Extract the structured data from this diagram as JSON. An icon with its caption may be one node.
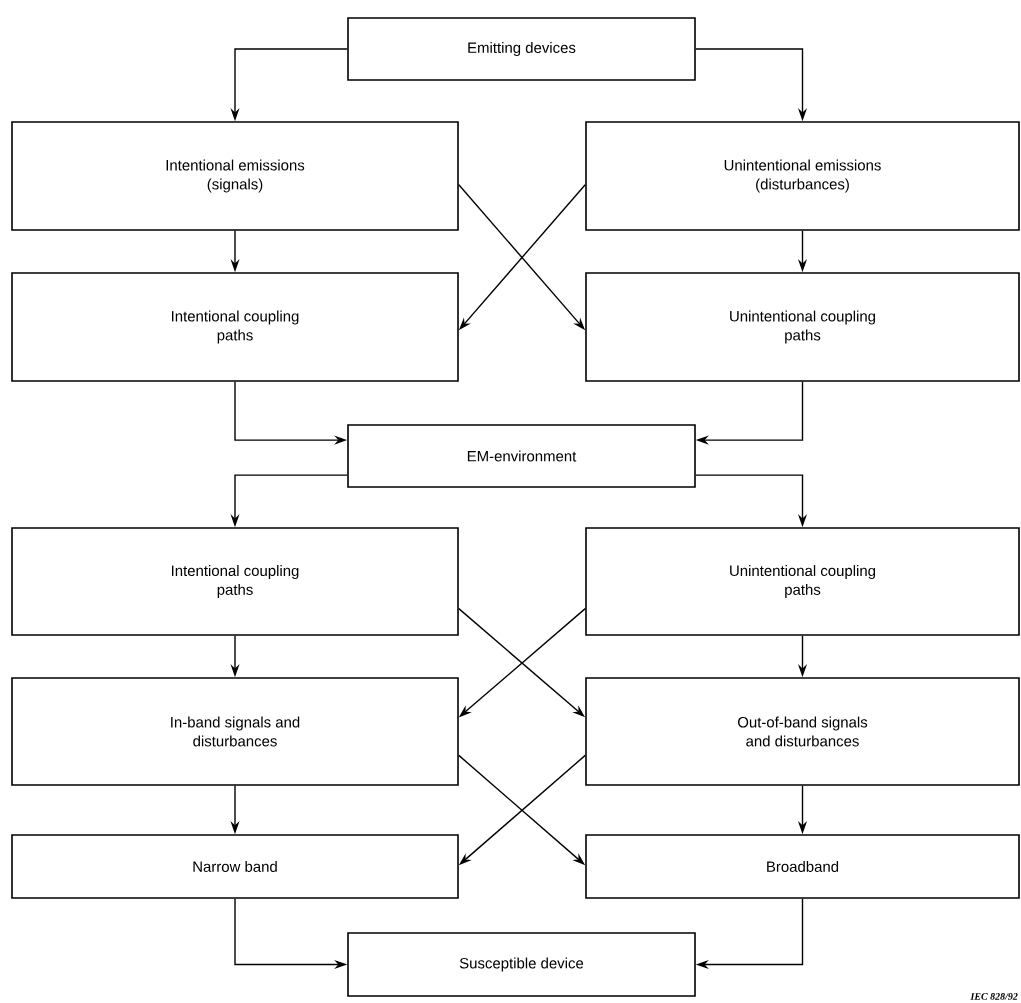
{
  "diagram": {
    "nodes": [
      {
        "text": [
          "Emitting devices"
        ]
      },
      {
        "text": [
          "Intentional emissions (signals)"
        ]
      },
      {
        "text": [
          "Unintentional emissions (disturbances)"
        ]
      },
      {
        "text": [
          "Intentional coupling paths"
        ]
      },
      {
        "text": [
          "Unintentional coupling paths"
        ]
      },
      {
        "text": [
          "EM-environment"
        ]
      },
      {
        "text": [
          "Intentional coupling paths"
        ]
      },
      {
        "text": [
          "Unintentional coupling paths"
        ]
      },
      {
        "text": [
          "In-band signals and disturbances"
        ]
      },
      {
        "text": [
          "Out-of-band signals and disturbances"
        ]
      },
      {
        "text": [
          "Narrow band"
        ]
      },
      {
        "text": [
          "Broadband"
        ]
      },
      {
        "text": [
          "Susceptible device"
        ]
      }
    ],
    "edges": [
      {
        "from": 0,
        "to": 1,
        "arrow": "to"
      },
      {
        "from": 0,
        "to": 2,
        "arrow": "to"
      },
      {
        "from": 1,
        "to": 3,
        "arrow": "to"
      },
      {
        "from": 1,
        "to": 4,
        "arrow": "to"
      },
      {
        "from": 2,
        "to": 3,
        "arrow": "to"
      },
      {
        "from": 2,
        "to": 4,
        "arrow": "to"
      },
      {
        "from": 3,
        "to": 5,
        "arrow": "to"
      },
      {
        "from": 4,
        "to": 5,
        "arrow": "to"
      },
      {
        "from": 5,
        "to": 6,
        "arrow": "to"
      },
      {
        "from": 5,
        "to": 7,
        "arrow": "to"
      },
      {
        "from": 6,
        "to": 8,
        "arrow": "to"
      },
      {
        "from": 6,
        "to": 9,
        "arrow": "to"
      },
      {
        "from": 7,
        "to": 8,
        "arrow": "to"
      },
      {
        "from": 7,
        "to": 9,
        "arrow": "to"
      },
      {
        "from": 8,
        "to": 10,
        "arrow": "to"
      },
      {
        "from": 8,
        "to": 11,
        "arrow": "to"
      },
      {
        "from": 9,
        "to": 10,
        "arrow": "to"
      },
      {
        "from": 9,
        "to": 11,
        "arrow": "to"
      },
      {
        "from": 10,
        "to": 12,
        "arrow": "to"
      },
      {
        "from": 11,
        "to": 12,
        "arrow": "to"
      }
    ],
    "labels": [
      "IEC 828/92"
    ]
  }
}
